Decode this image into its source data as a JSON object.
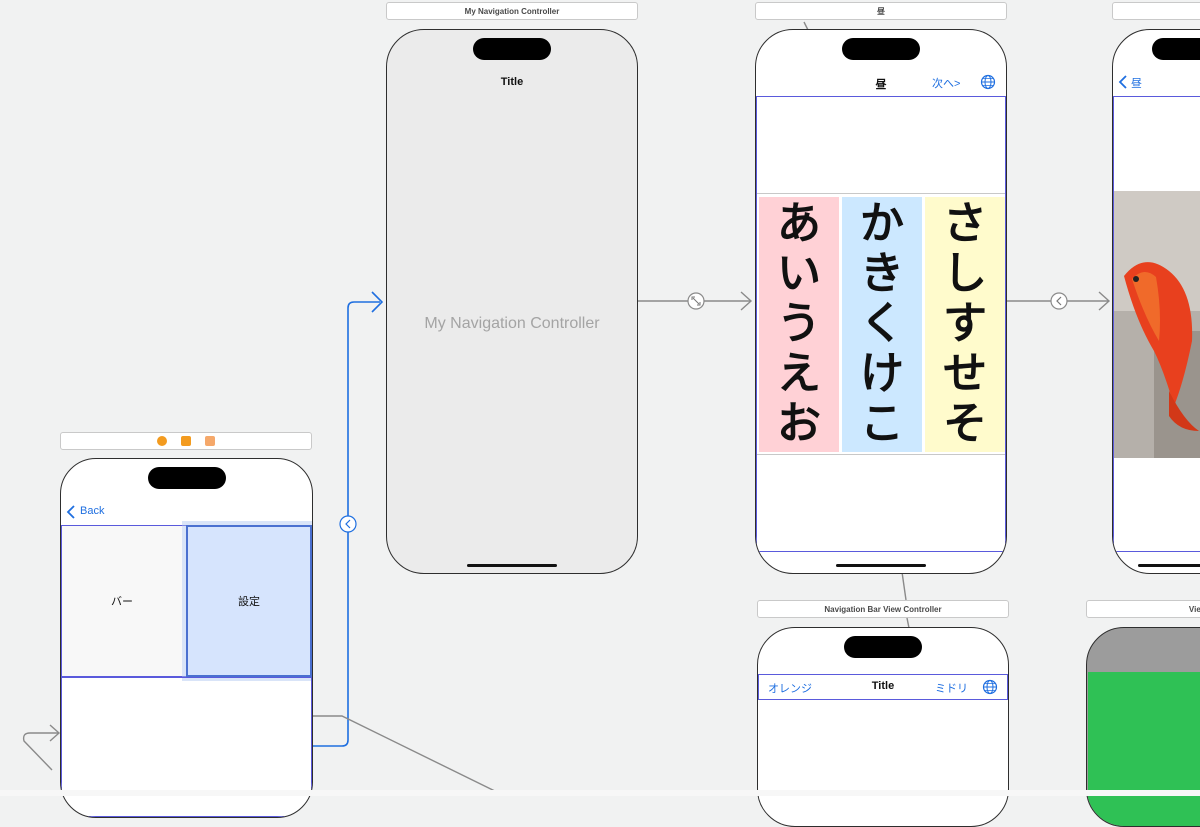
{
  "scene_labels": {
    "settings_scene": "",
    "my_nav": "My Navigation Controller",
    "hiru": "昼",
    "nav_bar_vc": "Navigation Bar View Controller",
    "far_right": "View"
  },
  "settings_scene": {
    "back_label": "Back",
    "left_cell": "バー",
    "right_cell": "設定"
  },
  "my_nav_controller": {
    "nav_title": "Title",
    "placeholder": "My Navigation Controller"
  },
  "hiru_scene": {
    "nav_title": "昼",
    "right_button": "次へ>",
    "columns": [
      {
        "chars": [
          "あ",
          "い",
          "う",
          "え",
          "お"
        ],
        "color": "#ffd1d6"
      },
      {
        "chars": [
          "か",
          "き",
          "く",
          "け",
          "こ"
        ],
        "color": "#cce8ff"
      },
      {
        "chars": [
          "さ",
          "し",
          "す",
          "せ",
          "そ"
        ],
        "color": "#fffbcc"
      }
    ]
  },
  "right_scene": {
    "back_label": "昼"
  },
  "nav_bar_vc": {
    "left_button": "オレンジ",
    "title": "Title",
    "right_button": "ミドリ"
  },
  "colors": {
    "accent": "#1f6fe0",
    "selection": "#d6e4fd",
    "green": "#2fc155",
    "segue": "#8a8a8a"
  }
}
